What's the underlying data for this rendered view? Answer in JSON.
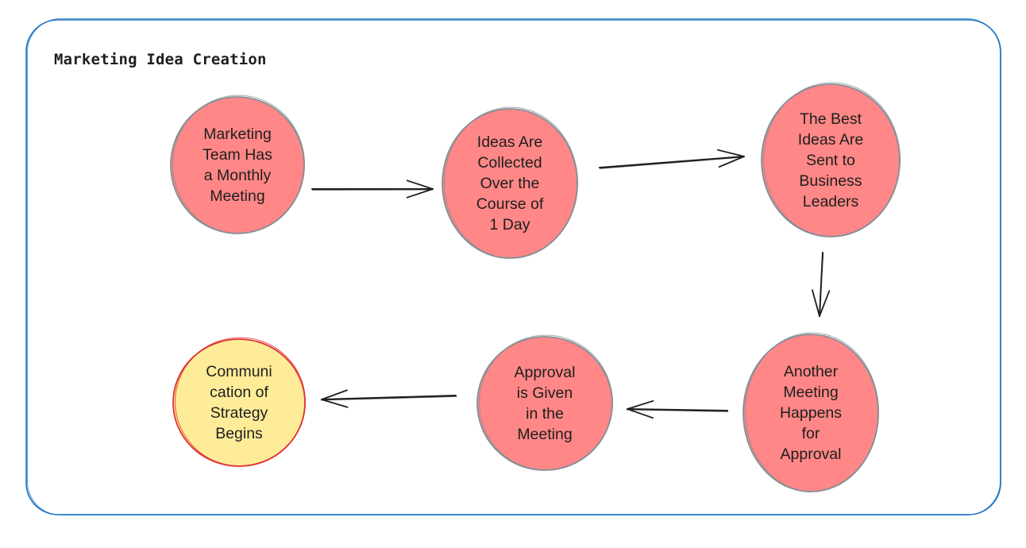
{
  "diagram": {
    "title": "Marketing Idea Creation",
    "colors": {
      "frame": "#1971c2",
      "step_fill": "#ff8787",
      "step_stroke": "#868e96",
      "final_fill": "#ffec99",
      "final_stroke": "#e03131",
      "arrow": "#1e1e1e"
    },
    "nodes": [
      {
        "id": "monthly-meeting",
        "label": "Marketing\nTeam Has\na Monthly\nMeeting",
        "kind": "step"
      },
      {
        "id": "ideas-collected",
        "label": "Ideas Are\nCollected\nOver the\nCourse of\n1 Day",
        "kind": "step"
      },
      {
        "id": "best-ideas-sent",
        "label": "The Best\nIdeas Are\nSent to\nBusiness\nLeaders",
        "kind": "step"
      },
      {
        "id": "approval-meeting",
        "label": "Another\nMeeting\nHappens\nfor\nApproval",
        "kind": "step"
      },
      {
        "id": "approval-given",
        "label": "Approval\nis Given\nin the\nMeeting",
        "kind": "step"
      },
      {
        "id": "communication",
        "label": "Communi\ncation of\nStrategy\nBegins",
        "kind": "final"
      }
    ],
    "edges": [
      {
        "from": "monthly-meeting",
        "to": "ideas-collected"
      },
      {
        "from": "ideas-collected",
        "to": "best-ideas-sent"
      },
      {
        "from": "best-ideas-sent",
        "to": "approval-meeting"
      },
      {
        "from": "approval-meeting",
        "to": "approval-given"
      },
      {
        "from": "approval-given",
        "to": "communication"
      }
    ]
  }
}
